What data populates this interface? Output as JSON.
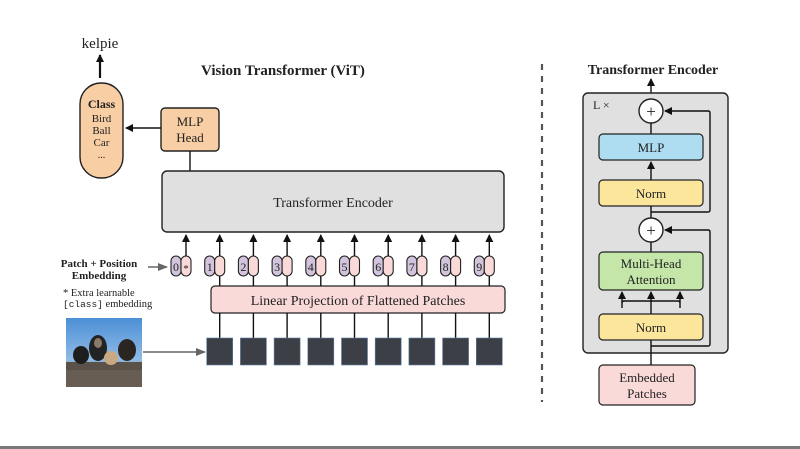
{
  "vit": {
    "title": "Vision Transformer (ViT)",
    "output_label": "kelpie",
    "class_box": {
      "title": "Class",
      "items": [
        "Bird",
        "Ball",
        "Car",
        "..."
      ]
    },
    "mlp_head": [
      "MLP",
      "Head"
    ],
    "encoder_label": "Transformer Encoder",
    "embedding_label": [
      "Patch + Position",
      "Embedding"
    ],
    "footnote_line1": "* Extra learnable",
    "footnote_code": "[class]",
    "footnote_rest": " embedding",
    "tokens": [
      "0",
      "1",
      "2",
      "3",
      "4",
      "5",
      "6",
      "7",
      "8",
      "9"
    ],
    "class_token_marker": "*",
    "projection_label": "Linear Projection of Flattened Patches",
    "patch_count": 9
  },
  "encoder_detail": {
    "title": "Transformer Encoder",
    "repeat_label": "L ×",
    "plus": "+",
    "mlp": "MLP",
    "norm_top": "Norm",
    "attention": [
      "Multi-Head",
      "Attention"
    ],
    "norm_bottom": "Norm",
    "input": [
      "Embedded",
      "Patches"
    ]
  },
  "colors": {
    "orange": "#f8cea4",
    "gray_box": "#e0e0e0",
    "purple": "#d2c4dc",
    "pink": "#fad9d9",
    "blue": "#aedcf0",
    "yellow": "#fbe69c",
    "green": "#c4e6a8",
    "patch": "#3c3f45"
  }
}
